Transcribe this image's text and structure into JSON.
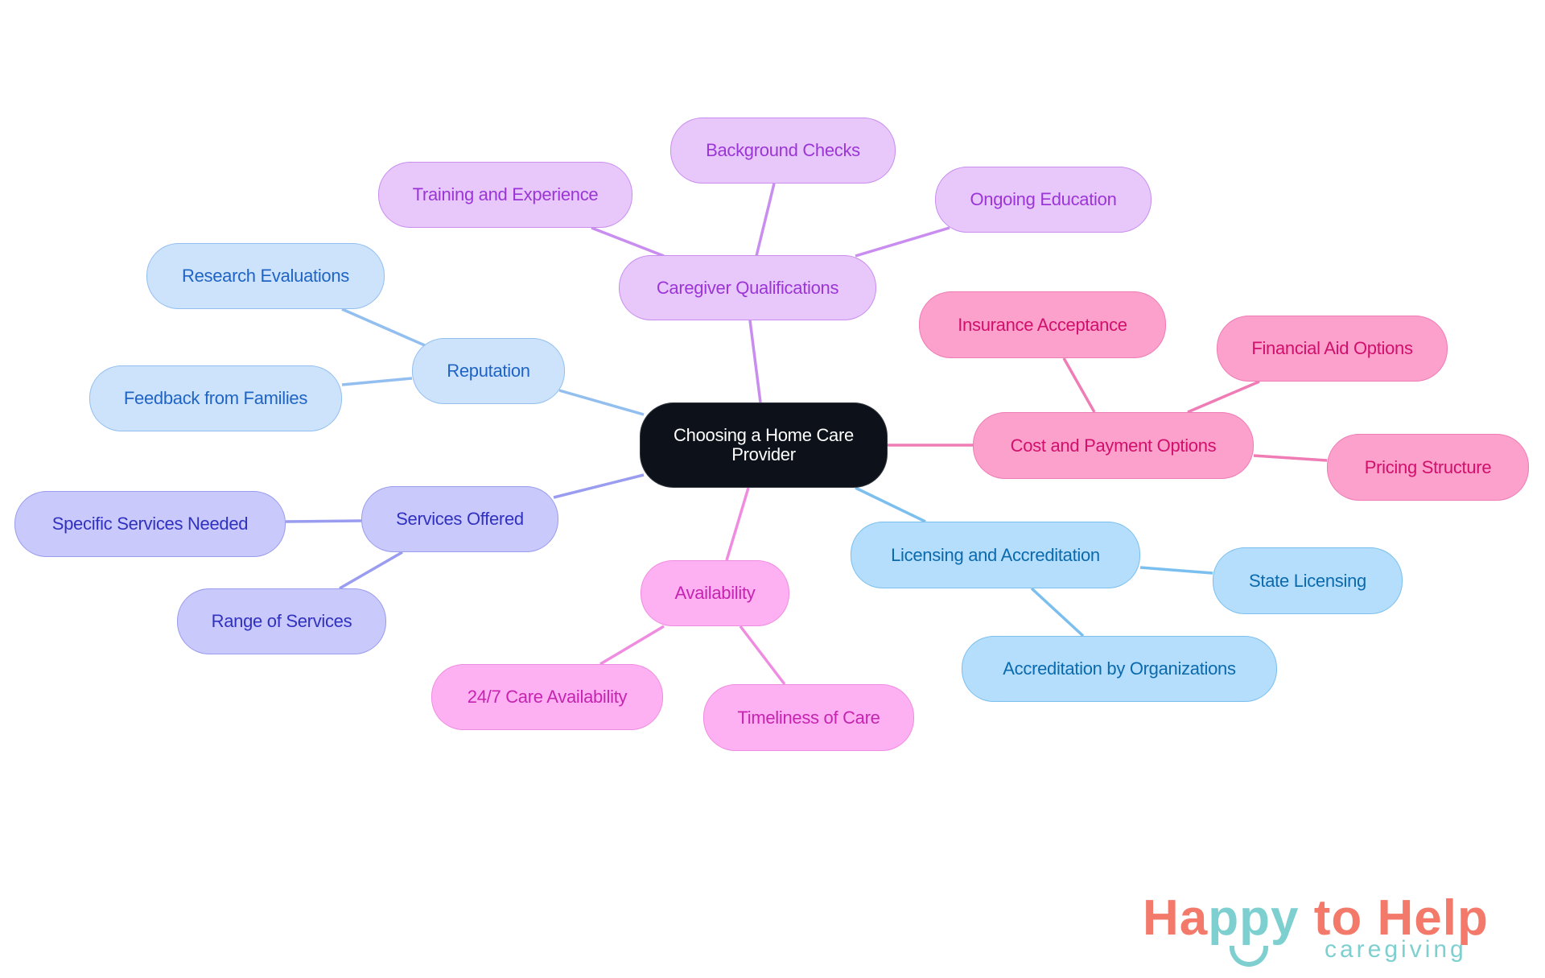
{
  "diagram": {
    "title": "Choosing a Home Care Provider",
    "branches": [
      {
        "label": "Caregiver Qualifications",
        "color": "#c98df0",
        "children": [
          "Training and Experience",
          "Background Checks",
          "Ongoing Education"
        ]
      },
      {
        "label": "Reputation",
        "color": "#92bff0",
        "children": [
          "Research Evaluations",
          "Feedback from Families"
        ]
      },
      {
        "label": "Services Offered",
        "color": "#9a9cef",
        "children": [
          "Specific Services Needed",
          "Range of Services"
        ]
      },
      {
        "label": "Availability",
        "color": "#f08ce0",
        "children": [
          "24/7 Care Availability",
          "Timeliness of Care"
        ]
      },
      {
        "label": "Licensing and Accreditation",
        "color": "#7bbfef",
        "children": [
          "State Licensing",
          "Accreditation by Organizations"
        ]
      },
      {
        "label": "Cost and Payment Options",
        "color": "#ef7cb5",
        "children": [
          "Insurance Acceptance",
          "Financial Aid Options",
          "Pricing Structure"
        ]
      }
    ]
  },
  "logo": {
    "part1": "Ha",
    "part2": "ppy",
    "part3": " to Help",
    "sub": "caregiving",
    "primary_color": "#f37a6b",
    "accent_color": "#7ecfcf"
  }
}
